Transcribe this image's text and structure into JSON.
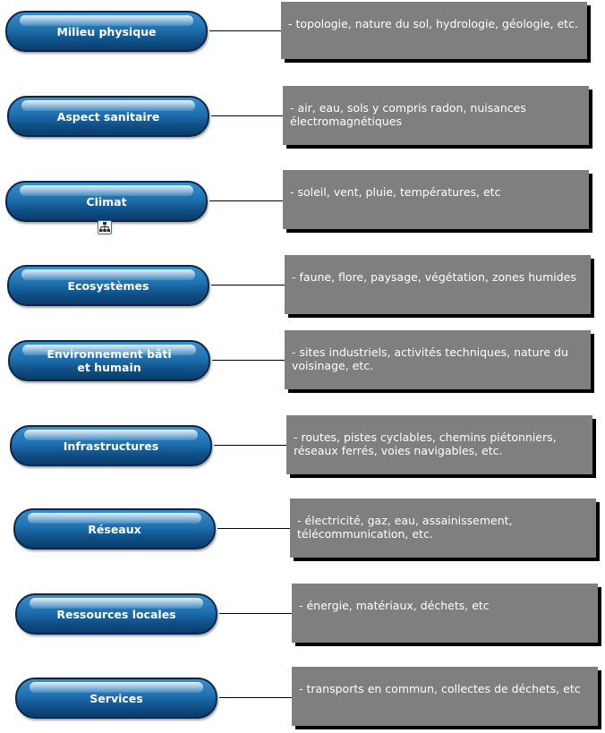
{
  "rows": [
    {
      "label": "Milieu physique",
      "description": "- topologie, nature du sol, hydrologie, géologie, etc."
    },
    {
      "label": "Aspect sanitaire",
      "description": "- air, eau, sols y compris radon, nuisances électromagnétiques"
    },
    {
      "label": "Climat",
      "description": "- soleil, vent, pluie, températures, etc"
    },
    {
      "label": "Ecosystèmes",
      "description": "- faune, flore, paysage, végétation, zones humides"
    },
    {
      "label": "Environnement bâti\net humain",
      "description": "- sites industriels, activités techniques, nature du voisinage, etc."
    },
    {
      "label": "Infrastructures",
      "description": "- routes, pistes cyclables, chemins piétonniers, réseaux ferrés, voies navigables, etc."
    },
    {
      "label": "Réseaux",
      "description": "- électricité, gaz, eau, assainissement, télécommunication, etc."
    },
    {
      "label": "Ressources locales",
      "description": "- énergie, matériaux, déchets, etc"
    },
    {
      "label": "Services",
      "description": "- transports en commun, collectes de déchets, etc"
    }
  ],
  "colors": {
    "pill_top": "#3a8fcb",
    "pill_bottom": "#0b3c6b",
    "description_box": "#7f7f7f",
    "box_shadow": "#000000",
    "connector": "#000000"
  },
  "icons": {
    "subdiagram": "hierarchy-icon"
  }
}
